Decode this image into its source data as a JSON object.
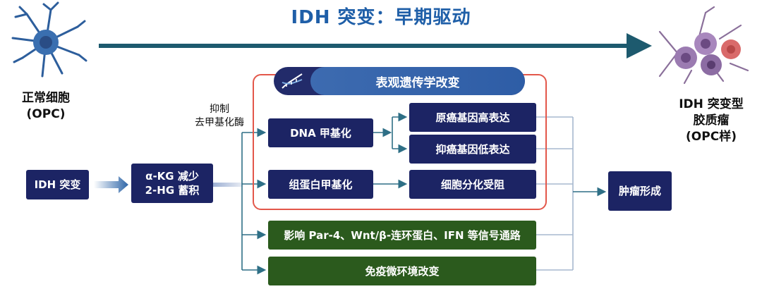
{
  "title": "IDH 突变：早期驱动",
  "normal_cell": {
    "line1": "正常细胞",
    "line2": "(OPC)"
  },
  "tumor_cell": {
    "line1": "IDH 突变型",
    "line2": "胶质瘤",
    "line3": "(OPC样)"
  },
  "inhibit_note": {
    "line1": "抑制",
    "line2": "去甲基化酶"
  },
  "nodes": {
    "idh_mutation": "IDH 突变",
    "akg_line1": "α-KG 减少",
    "akg_line2": "2-HG 蓄积",
    "epigenetic": "表观遗传学改变",
    "dna_methylation": "DNA 甲基化",
    "histone_methylation": "组蛋白甲基化",
    "oncogene_high": "原癌基因高表达",
    "suppressor_low": "抑癌基因低表达",
    "differentiation_block": "细胞分化受阻",
    "signaling": "影响 Par-4、Wnt/β-连环蛋白、IFN 等信号通路",
    "immune": "免疫微环境改变",
    "tumor_formation": "肿瘤形成"
  },
  "colors": {
    "title": "#1f5fa8",
    "navy_box": "#1c2464",
    "green_box": "#2b5a1d",
    "main_arrow": "#1d5a6e",
    "frame": "#e3574a",
    "connector": "#2e6f86"
  },
  "icons": [
    "neuron-icon",
    "tumor-cells-icon",
    "dna-icon"
  ]
}
